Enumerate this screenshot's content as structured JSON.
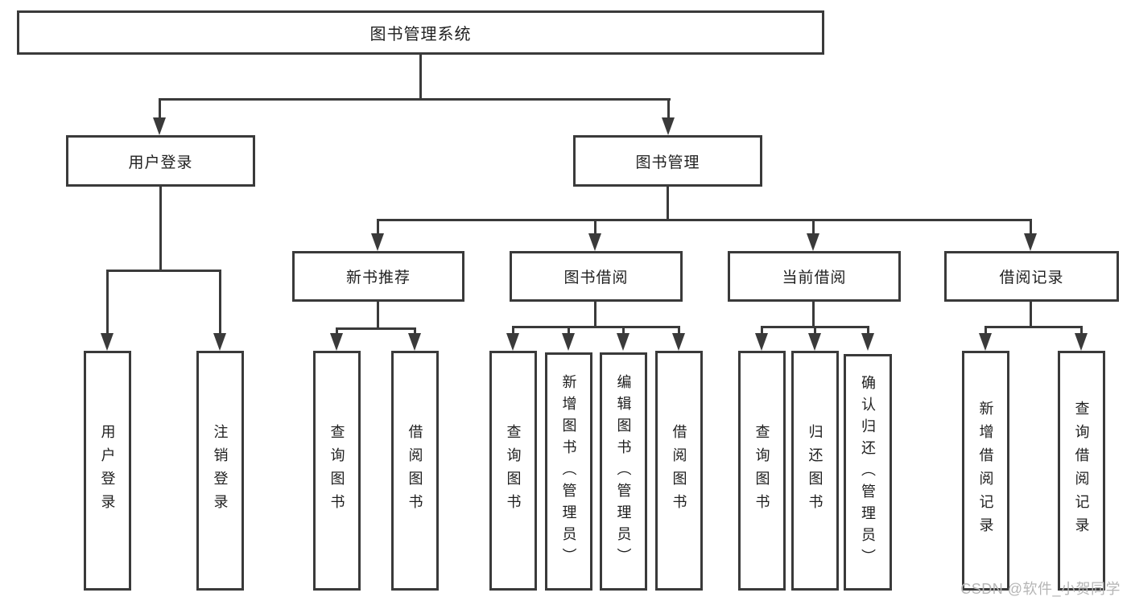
{
  "diagram": {
    "title": "图书管理系统",
    "nodes": {
      "root": "图书管理系统",
      "level2": [
        "用户登录",
        "图书管理"
      ],
      "level3": [
        "新书推荐",
        "图书借阅",
        "当前借阅",
        "借阅记录"
      ],
      "leaves": {
        "user_login": [
          "用户登录",
          "注销登录"
        ],
        "new_book_recommend": [
          "查询图书",
          "借阅图书"
        ],
        "book_borrowing": [
          "查询图书",
          "新增图书（管理员）",
          "编辑图书（管理员）",
          "借阅图书"
        ],
        "current_borrowing": [
          "查询图书",
          "归还图书",
          "确认归还（管理员）"
        ],
        "borrowing_records": [
          "新增借阅记录",
          "查询借阅记录"
        ]
      }
    },
    "colors": {
      "line": "#3a3a3a",
      "text": "#1f1f1f",
      "background": "#ffffff",
      "watermark": "#b5b5b5"
    }
  },
  "watermark": "CSDN @软件_小贺同学"
}
